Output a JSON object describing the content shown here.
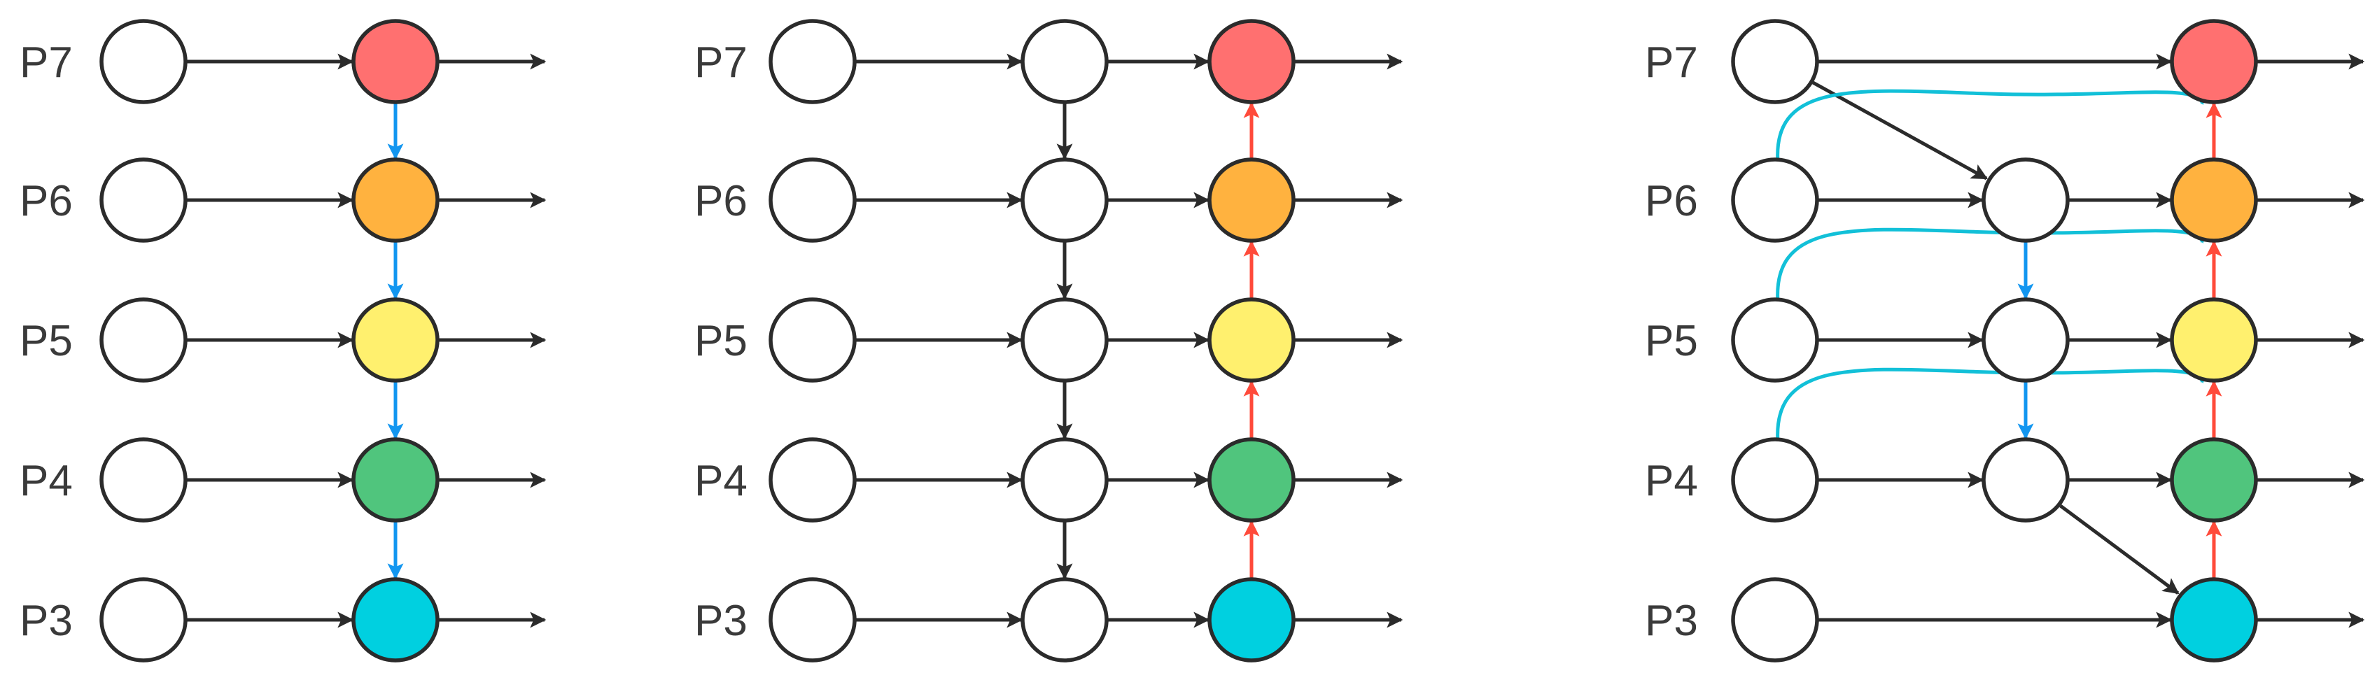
{
  "panels": [
    {
      "id": "panel-1",
      "levels": [
        "P7",
        "P6",
        "P5",
        "P4",
        "P3"
      ],
      "columns": 2,
      "colored_column": 2,
      "vertical_edges": [
        {
          "col": 2,
          "from": "P7",
          "to": "P6",
          "color": "blue"
        },
        {
          "col": 2,
          "from": "P6",
          "to": "P5",
          "color": "blue"
        },
        {
          "col": 2,
          "from": "P5",
          "to": "P4",
          "color": "blue"
        },
        {
          "col": 2,
          "from": "P4",
          "to": "P3",
          "color": "blue"
        }
      ],
      "cross_edges": [],
      "skip_curves": []
    },
    {
      "id": "panel-2",
      "levels": [
        "P7",
        "P6",
        "P5",
        "P4",
        "P3"
      ],
      "columns": 3,
      "colored_column": 3,
      "vertical_edges": [
        {
          "col": 2,
          "from": "P7",
          "to": "P6",
          "color": "dark"
        },
        {
          "col": 2,
          "from": "P6",
          "to": "P5",
          "color": "dark"
        },
        {
          "col": 2,
          "from": "P5",
          "to": "P4",
          "color": "dark"
        },
        {
          "col": 2,
          "from": "P4",
          "to": "P3",
          "color": "dark"
        },
        {
          "col": 3,
          "from": "P3",
          "to": "P4",
          "color": "red"
        },
        {
          "col": 3,
          "from": "P4",
          "to": "P5",
          "color": "red"
        },
        {
          "col": 3,
          "from": "P5",
          "to": "P6",
          "color": "red"
        },
        {
          "col": 3,
          "from": "P6",
          "to": "P7",
          "color": "red"
        }
      ],
      "cross_edges": [],
      "skip_curves": []
    },
    {
      "id": "panel-3",
      "levels": [
        "P7",
        "P6",
        "P5",
        "P4",
        "P3"
      ],
      "columns": 3,
      "colored_column": 3,
      "missing_nodes": [
        {
          "col": 2,
          "level": "P7"
        },
        {
          "col": 2,
          "level": "P3"
        }
      ],
      "vertical_edges": [
        {
          "col": 2,
          "from": "P6",
          "to": "P5",
          "color": "blue"
        },
        {
          "col": 2,
          "from": "P5",
          "to": "P4",
          "color": "blue"
        },
        {
          "col": 3,
          "from": "P3",
          "to": "P4",
          "color": "red"
        },
        {
          "col": 3,
          "from": "P4",
          "to": "P5",
          "color": "red"
        },
        {
          "col": 3,
          "from": "P5",
          "to": "P6",
          "color": "red"
        },
        {
          "col": 3,
          "from": "P6",
          "to": "P7",
          "color": "red"
        }
      ],
      "cross_edges": [
        {
          "from_col": 1,
          "from": "P7",
          "to_col": 2,
          "to": "P6",
          "color": "dark"
        },
        {
          "from_col": 2,
          "from": "P4",
          "to_col": 3,
          "to": "P3",
          "color": "dark"
        }
      ],
      "skip_curves": [
        {
          "from": "P6",
          "to": "P7",
          "color": "cyan"
        },
        {
          "from": "P5",
          "to": "P6",
          "color": "cyan"
        },
        {
          "from": "P4",
          "to": "P5",
          "color": "cyan"
        }
      ]
    }
  ],
  "level_colors": {
    "P7": "#ff7070",
    "P6": "#ffb23f",
    "P5": "#fff06e",
    "P4": "#50c57d",
    "P3": "#00d0e0"
  },
  "edge_colors": {
    "dark": "#2b2b2b",
    "blue": "#1296f0",
    "red": "#ff4a3a",
    "cyan": "#12c0d8"
  },
  "node_fill": "#ffffff"
}
